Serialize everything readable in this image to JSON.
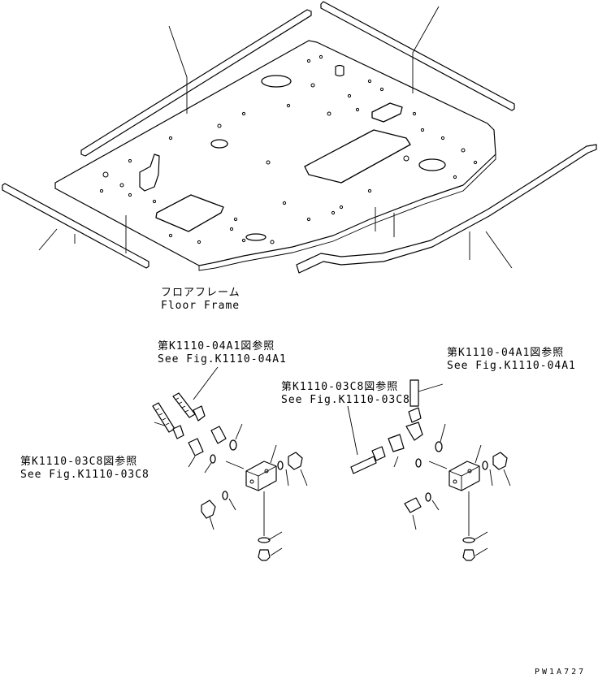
{
  "floor_frame": {
    "name_jp": "フロアフレーム",
    "name_en": "Floor Frame"
  },
  "refs": {
    "left_04A1_jp": "第K1110-04A1図参照",
    "left_04A1_en": "See Fig.K1110-04A1",
    "left_03C8_jp": "第K1110-03C8図参照",
    "left_03C8_en": "See Fig.K1110-03C8",
    "right_03C8_jp": "第K1110-03C8図参照",
    "right_03C8_en": "See Fig.K1110-03C8",
    "right_04A1_jp": "第K1110-04A1図参照",
    "right_04A1_en": "See Fig.K1110-04A1"
  },
  "drawing_code": "PW1A727"
}
